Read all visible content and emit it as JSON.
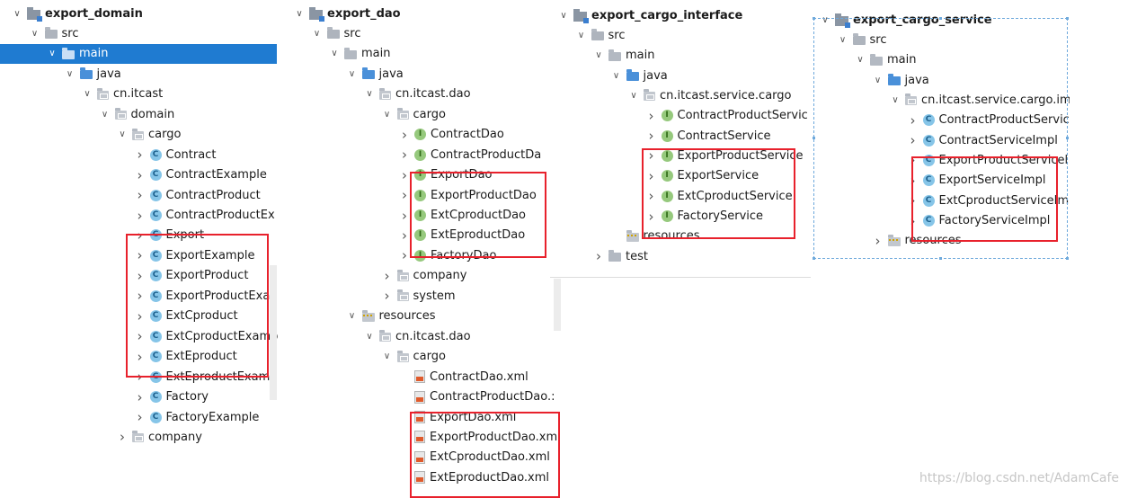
{
  "watermark": "https://blog.csdn.net/AdamCafe",
  "panels": [
    {
      "id": "domain",
      "rows": [
        {
          "d": 0,
          "c": "v",
          "icon": "module",
          "label": "export_domain"
        },
        {
          "d": 1,
          "c": "v",
          "icon": "src",
          "label": "src"
        },
        {
          "d": 2,
          "c": "v",
          "icon": "folder",
          "label": "main",
          "selected": true
        },
        {
          "d": 3,
          "c": "v",
          "icon": "java",
          "label": "java"
        },
        {
          "d": 4,
          "c": "v",
          "icon": "pkg",
          "label": "cn.itcast"
        },
        {
          "d": 5,
          "c": "v",
          "icon": "pkg",
          "label": "domain"
        },
        {
          "d": 6,
          "c": "v",
          "icon": "pkg",
          "label": "cargo"
        },
        {
          "d": 7,
          "c": ">",
          "icon": "class",
          "label": "Contract"
        },
        {
          "d": 7,
          "c": ">",
          "icon": "class",
          "label": "ContractExample"
        },
        {
          "d": 7,
          "c": ">",
          "icon": "class",
          "label": "ContractProduct"
        },
        {
          "d": 7,
          "c": ">",
          "icon": "class",
          "label": "ContractProductEx"
        },
        {
          "d": 7,
          "c": ">",
          "icon": "class",
          "label": "Export"
        },
        {
          "d": 7,
          "c": ">",
          "icon": "class",
          "label": "ExportExample"
        },
        {
          "d": 7,
          "c": ">",
          "icon": "class",
          "label": "ExportProduct"
        },
        {
          "d": 7,
          "c": ">",
          "icon": "class",
          "label": "ExportProductExar"
        },
        {
          "d": 7,
          "c": ">",
          "icon": "class",
          "label": "ExtCproduct"
        },
        {
          "d": 7,
          "c": ">",
          "icon": "class",
          "label": "ExtCproductExamp"
        },
        {
          "d": 7,
          "c": ">",
          "icon": "class",
          "label": "ExtEproduct"
        },
        {
          "d": 7,
          "c": ">",
          "icon": "class",
          "label": "ExtEproductExamp"
        },
        {
          "d": 7,
          "c": ">",
          "icon": "class",
          "label": "Factory"
        },
        {
          "d": 7,
          "c": ">",
          "icon": "class",
          "label": "FactoryExample"
        },
        {
          "d": 6,
          "c": ">",
          "icon": "pkg",
          "label": "company"
        }
      ]
    },
    {
      "id": "dao",
      "rows": [
        {
          "d": 0,
          "c": "v",
          "icon": "module",
          "label": "export_dao"
        },
        {
          "d": 1,
          "c": "v",
          "icon": "src",
          "label": "src"
        },
        {
          "d": 2,
          "c": "v",
          "icon": "folder",
          "label": "main"
        },
        {
          "d": 3,
          "c": "v",
          "icon": "java",
          "label": "java"
        },
        {
          "d": 4,
          "c": "v",
          "icon": "pkg",
          "label": "cn.itcast.dao"
        },
        {
          "d": 5,
          "c": "v",
          "icon": "pkg",
          "label": "cargo"
        },
        {
          "d": 6,
          "c": ">",
          "icon": "iface",
          "label": "ContractDao"
        },
        {
          "d": 6,
          "c": ">",
          "icon": "iface",
          "label": "ContractProductDa"
        },
        {
          "d": 6,
          "c": ">",
          "icon": "iface",
          "label": "ExportDao"
        },
        {
          "d": 6,
          "c": ">",
          "icon": "iface",
          "label": "ExportProductDao"
        },
        {
          "d": 6,
          "c": ">",
          "icon": "iface",
          "label": "ExtCproductDao"
        },
        {
          "d": 6,
          "c": ">",
          "icon": "iface",
          "label": "ExtEproductDao"
        },
        {
          "d": 6,
          "c": ">",
          "icon": "iface",
          "label": "FactoryDao"
        },
        {
          "d": 5,
          "c": ">",
          "icon": "pkg",
          "label": "company"
        },
        {
          "d": 5,
          "c": ">",
          "icon": "pkg",
          "label": "system"
        },
        {
          "d": 3,
          "c": "v",
          "icon": "res",
          "label": "resources"
        },
        {
          "d": 4,
          "c": "v",
          "icon": "pkg",
          "label": "cn.itcast.dao"
        },
        {
          "d": 5,
          "c": "v",
          "icon": "pkg",
          "label": "cargo"
        },
        {
          "d": 6,
          "c": "",
          "icon": "xml",
          "label": "ContractDao.xml"
        },
        {
          "d": 6,
          "c": "",
          "icon": "xml",
          "label": "ContractProductDao.:"
        },
        {
          "d": 6,
          "c": "",
          "icon": "xml",
          "label": "ExportDao.xml"
        },
        {
          "d": 6,
          "c": "",
          "icon": "xml",
          "label": "ExportProductDao.xm"
        },
        {
          "d": 6,
          "c": "",
          "icon": "xml",
          "label": "ExtCproductDao.xml"
        },
        {
          "d": 6,
          "c": "",
          "icon": "xml",
          "label": "ExtEproductDao.xml"
        }
      ]
    },
    {
      "id": "interface",
      "rows": [
        {
          "d": 0,
          "c": "v",
          "icon": "module",
          "label": "export_cargo_interface"
        },
        {
          "d": 1,
          "c": "v",
          "icon": "src",
          "label": "src"
        },
        {
          "d": 2,
          "c": "v",
          "icon": "folder",
          "label": "main"
        },
        {
          "d": 3,
          "c": "v",
          "icon": "java",
          "label": "java"
        },
        {
          "d": 4,
          "c": "v",
          "icon": "pkg",
          "label": "cn.itcast.service.cargo"
        },
        {
          "d": 5,
          "c": ">",
          "icon": "iface",
          "label": "ContractProductServic"
        },
        {
          "d": 5,
          "c": ">",
          "icon": "iface",
          "label": "ContractService"
        },
        {
          "d": 5,
          "c": ">",
          "icon": "iface",
          "label": "ExportProductService"
        },
        {
          "d": 5,
          "c": ">",
          "icon": "iface",
          "label": "ExportService"
        },
        {
          "d": 5,
          "c": ">",
          "icon": "iface",
          "label": "ExtCproductService"
        },
        {
          "d": 5,
          "c": ">",
          "icon": "iface",
          "label": "FactoryService"
        },
        {
          "d": 3,
          "c": "",
          "icon": "res",
          "label": "resources"
        },
        {
          "d": 2,
          "c": ">",
          "icon": "folder",
          "label": "test"
        }
      ]
    },
    {
      "id": "service",
      "rows": [
        {
          "d": 0,
          "c": "v",
          "icon": "module",
          "label": "export_cargo_service"
        },
        {
          "d": 1,
          "c": "v",
          "icon": "src",
          "label": "src"
        },
        {
          "d": 2,
          "c": "v",
          "icon": "folder",
          "label": "main"
        },
        {
          "d": 3,
          "c": "v",
          "icon": "java",
          "label": "java"
        },
        {
          "d": 4,
          "c": "v",
          "icon": "pkg",
          "label": "cn.itcast.service.cargo.imp"
        },
        {
          "d": 5,
          "c": ">",
          "icon": "class",
          "label": "ContractProductServic"
        },
        {
          "d": 5,
          "c": ">",
          "icon": "class",
          "label": "ContractServiceImpl"
        },
        {
          "d": 5,
          "c": ">",
          "icon": "class",
          "label": "ExportProductServicel"
        },
        {
          "d": 5,
          "c": ">",
          "icon": "class",
          "label": "ExportServiceImpl"
        },
        {
          "d": 5,
          "c": ">",
          "icon": "class",
          "label": "ExtCproductServiceIm"
        },
        {
          "d": 5,
          "c": ">",
          "icon": "class",
          "label": "FactoryServiceImpl"
        },
        {
          "d": 3,
          "c": ">",
          "icon": "res",
          "label": "resources"
        }
      ]
    }
  ]
}
